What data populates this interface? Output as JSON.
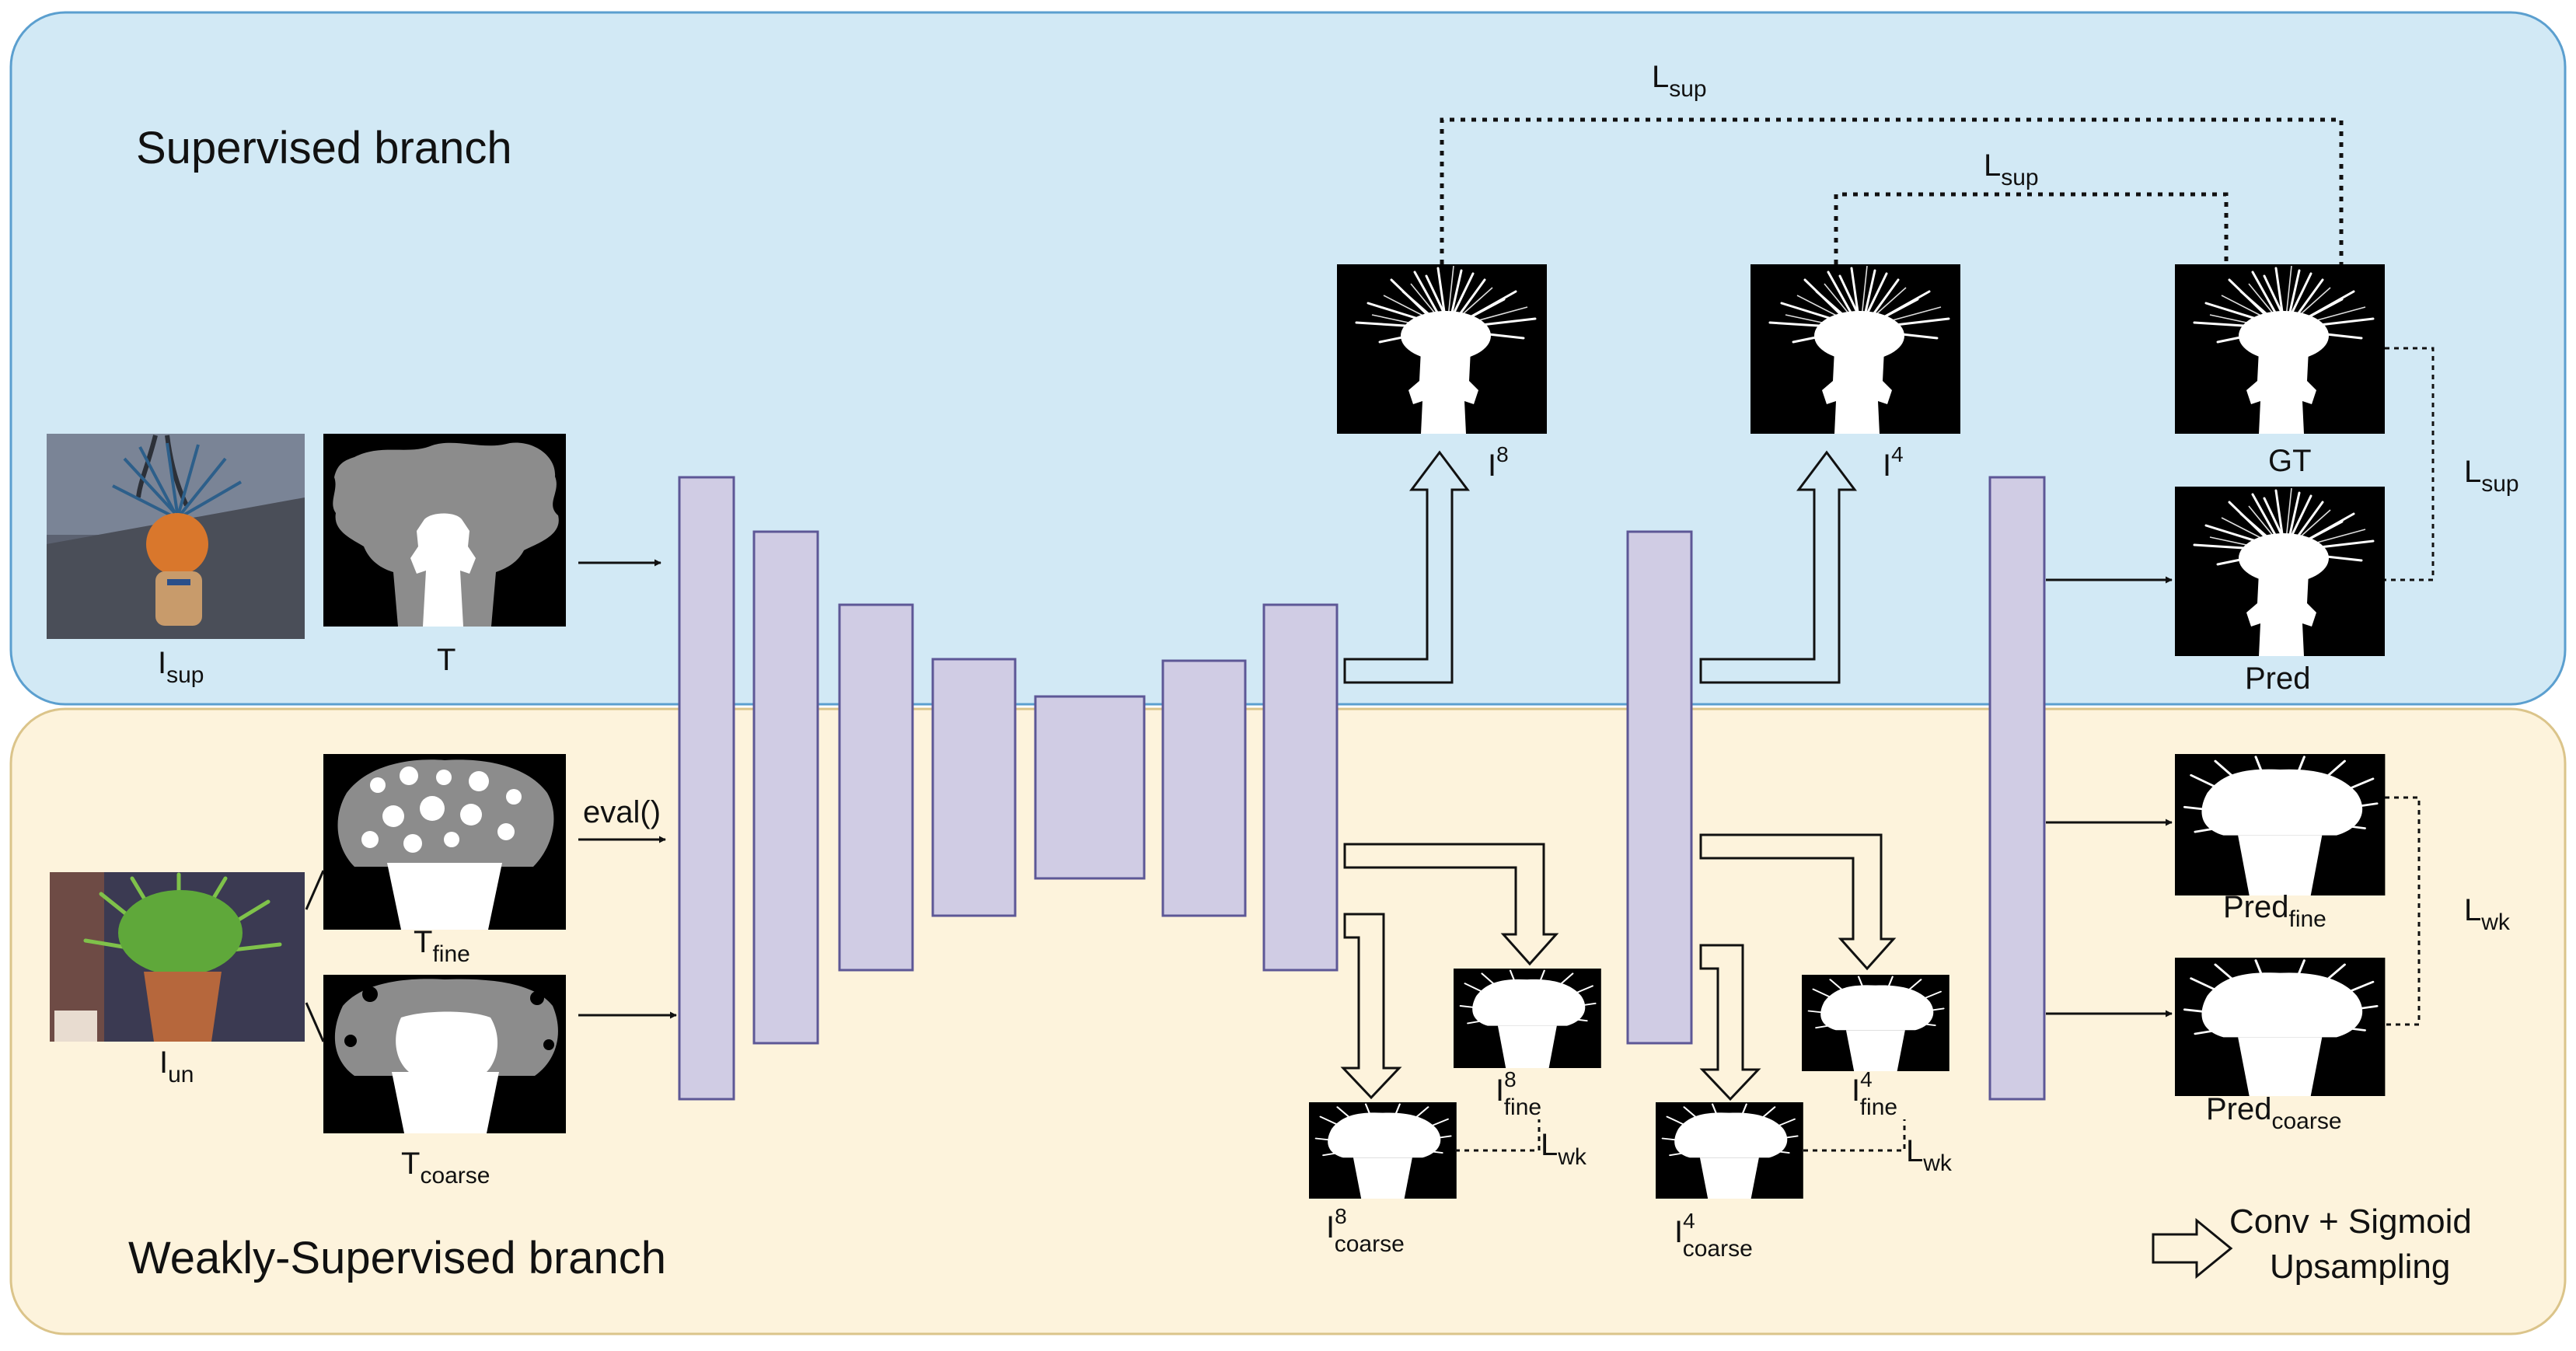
{
  "colors": {
    "supervised_region": "#d2e9f5",
    "supervised_border": "#5b9fcf",
    "weak_region": "#fdf3dc",
    "weak_border": "#dbc48a",
    "block_fill": "#d0cce4",
    "block_stroke": "#5d5796",
    "mask_bg": "#000000",
    "trimap_unknown": "#8c8c8c",
    "mask_fg": "#ffffff"
  },
  "branches": {
    "supervised": "Supervised branch",
    "weak": "Weakly-Supervised branch"
  },
  "inputs": {
    "i_sup": {
      "base": "I",
      "sub": "sup"
    },
    "t": {
      "base": "T"
    },
    "i_un": {
      "base": "I",
      "sub": "un"
    },
    "t_fine": {
      "base": "T",
      "sub": "fine"
    },
    "t_coarse": {
      "base": "T",
      "sub": "coarse"
    },
    "eval": "eval()"
  },
  "outputs": {
    "i8": {
      "base": "I",
      "sup": "8"
    },
    "i4": {
      "base": "I",
      "sup": "4"
    },
    "gt": "GT",
    "pred": "Pred",
    "pred_fine": {
      "base": "Pred",
      "sub": "fine"
    },
    "pred_coarse": {
      "base": "Pred",
      "sub": "coarse"
    },
    "i8_fine": {
      "base": "I",
      "sup": "8",
      "sub": "fine"
    },
    "i8_coarse": {
      "base": "I",
      "sup": "8",
      "sub": "coarse"
    },
    "i4_fine": {
      "base": "I",
      "sup": "4",
      "sub": "fine"
    },
    "i4_coarse": {
      "base": "I",
      "sup": "4",
      "sub": "coarse"
    }
  },
  "losses": {
    "l_sup": {
      "base": "L",
      "sub": "sup"
    },
    "l_wk": {
      "base": "L",
      "sub": "wk"
    }
  },
  "legend": {
    "line1": "Conv + Sigmoid",
    "line2": "Upsampling"
  }
}
